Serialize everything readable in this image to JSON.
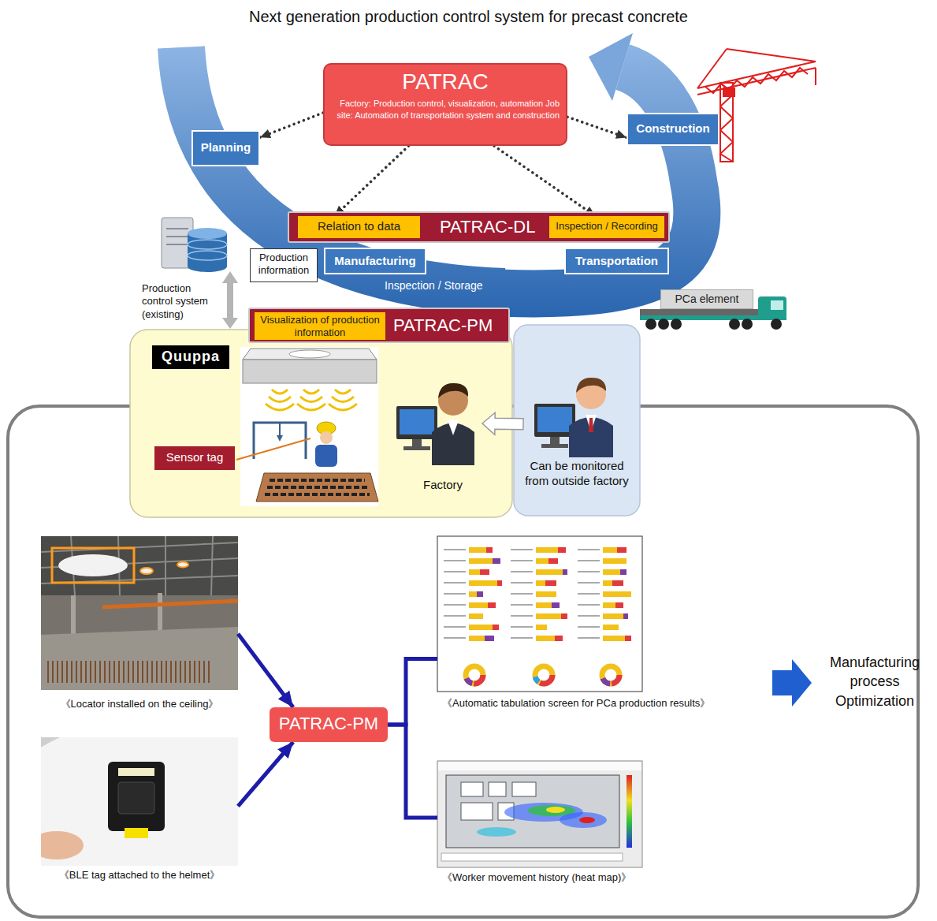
{
  "diagram": {
    "title": "Next generation production control system for precast concrete",
    "nodes": [
      {
        "text": [
          "PATRAC",
          "Factory: Production control, visualization, automation Job site: Automation of transportation system and construction"
        ]
      },
      {
        "text": [
          "Planning"
        ]
      },
      {
        "text": [
          "Construction"
        ]
      },
      {
        "text": [
          "PATRAC-DL"
        ]
      },
      {
        "text": [
          "Relation to data"
        ],
        "in": 3
      },
      {
        "text": [
          "Inspection / Recording"
        ],
        "in": 3
      },
      {
        "text": [
          "Production information"
        ]
      },
      {
        "text": [
          "Manufacturing"
        ]
      },
      {
        "text": [
          "Transportation"
        ]
      },
      {
        "text": [
          "PCa element"
        ]
      },
      {
        "text": [
          "PATRAC-PM"
        ]
      },
      {
        "text": [
          "Visualization of production information"
        ],
        "in": 10
      },
      {
        "text": [
          "Factory"
        ]
      },
      {
        "text": [
          "Quuppa"
        ],
        "in": 12
      },
      {
        "text": [
          "Sensor tag"
        ],
        "in": 12
      },
      {
        "text": [
          "Can be monitored from outside factory"
        ]
      },
      {
        "text": [
          "PATRAC-PM"
        ]
      },
      {
        "text": [
          "《Locator installed on the ceiling》"
        ]
      },
      {
        "text": [
          "《BLE tag attached to the helmet》"
        ]
      },
      {
        "text": [
          "《Automatic tabulation screen for PCa production results》"
        ]
      },
      {
        "text": [
          "《Worker movement history (heat map)》"
        ]
      }
    ],
    "edges": [
      {
        "from": 0,
        "to": 1,
        "arrow": "to"
      },
      {
        "from": 0,
        "to": 2,
        "arrow": "to"
      },
      {
        "from": 0,
        "to": 4,
        "arrow": "to"
      },
      {
        "from": 0,
        "to": 5,
        "arrow": "to"
      },
      {
        "from": 17,
        "to": 16,
        "arrow": "to"
      },
      {
        "from": 18,
        "to": 16,
        "arrow": "to"
      },
      {
        "from": 16,
        "to": 19,
        "arrow": "none"
      },
      {
        "from": 16,
        "to": 20,
        "arrow": "none"
      },
      {
        "from": 15,
        "to": 12,
        "arrow": "to"
      }
    ],
    "labels": [
      "Inspection / Storage",
      "Production control system (existing)",
      "Manufacturing process Optimization"
    ]
  }
}
